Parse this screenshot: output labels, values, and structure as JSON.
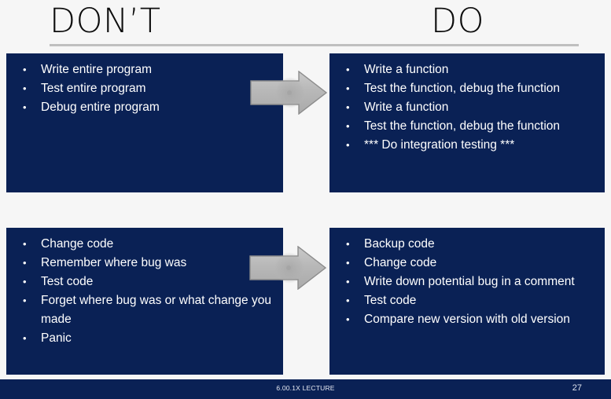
{
  "slide": {
    "background_color": "#f6f6f6",
    "box_color": "#0a2155",
    "arrow_color": "#b3b3b3",
    "rule_color": "#bfbfbf"
  },
  "headings": {
    "left": "DON’T",
    "right": "DO"
  },
  "panels": {
    "top_left": {
      "title": "DON’T",
      "bullets": [
        "Write entire program",
        "Test entire program",
        "Debug entire program"
      ]
    },
    "top_right": {
      "title": "DO",
      "bullets": [
        "Write a function",
        "Test the function, debug the function",
        "Write a function",
        "Test the function, debug the function",
        "*** Do integration testing ***"
      ]
    },
    "bottom_left": {
      "title": "DON’T",
      "bullets": [
        "Change code",
        "Remember where bug was",
        "Test code",
        "Forget where bug was or what change you made",
        "Panic"
      ]
    },
    "bottom_right": {
      "title": "DO",
      "bullets": [
        "Backup code",
        "Change code",
        "Write down potential bug in a comment",
        "Test code",
        "Compare new version with old version"
      ]
    }
  },
  "arrows": [
    {
      "name": "arrow-right-top",
      "direction": "right"
    },
    {
      "name": "arrow-right-bottom",
      "direction": "right"
    }
  ],
  "footer": {
    "center_text": "6.00.1X LECTURE",
    "page_number": "27"
  }
}
